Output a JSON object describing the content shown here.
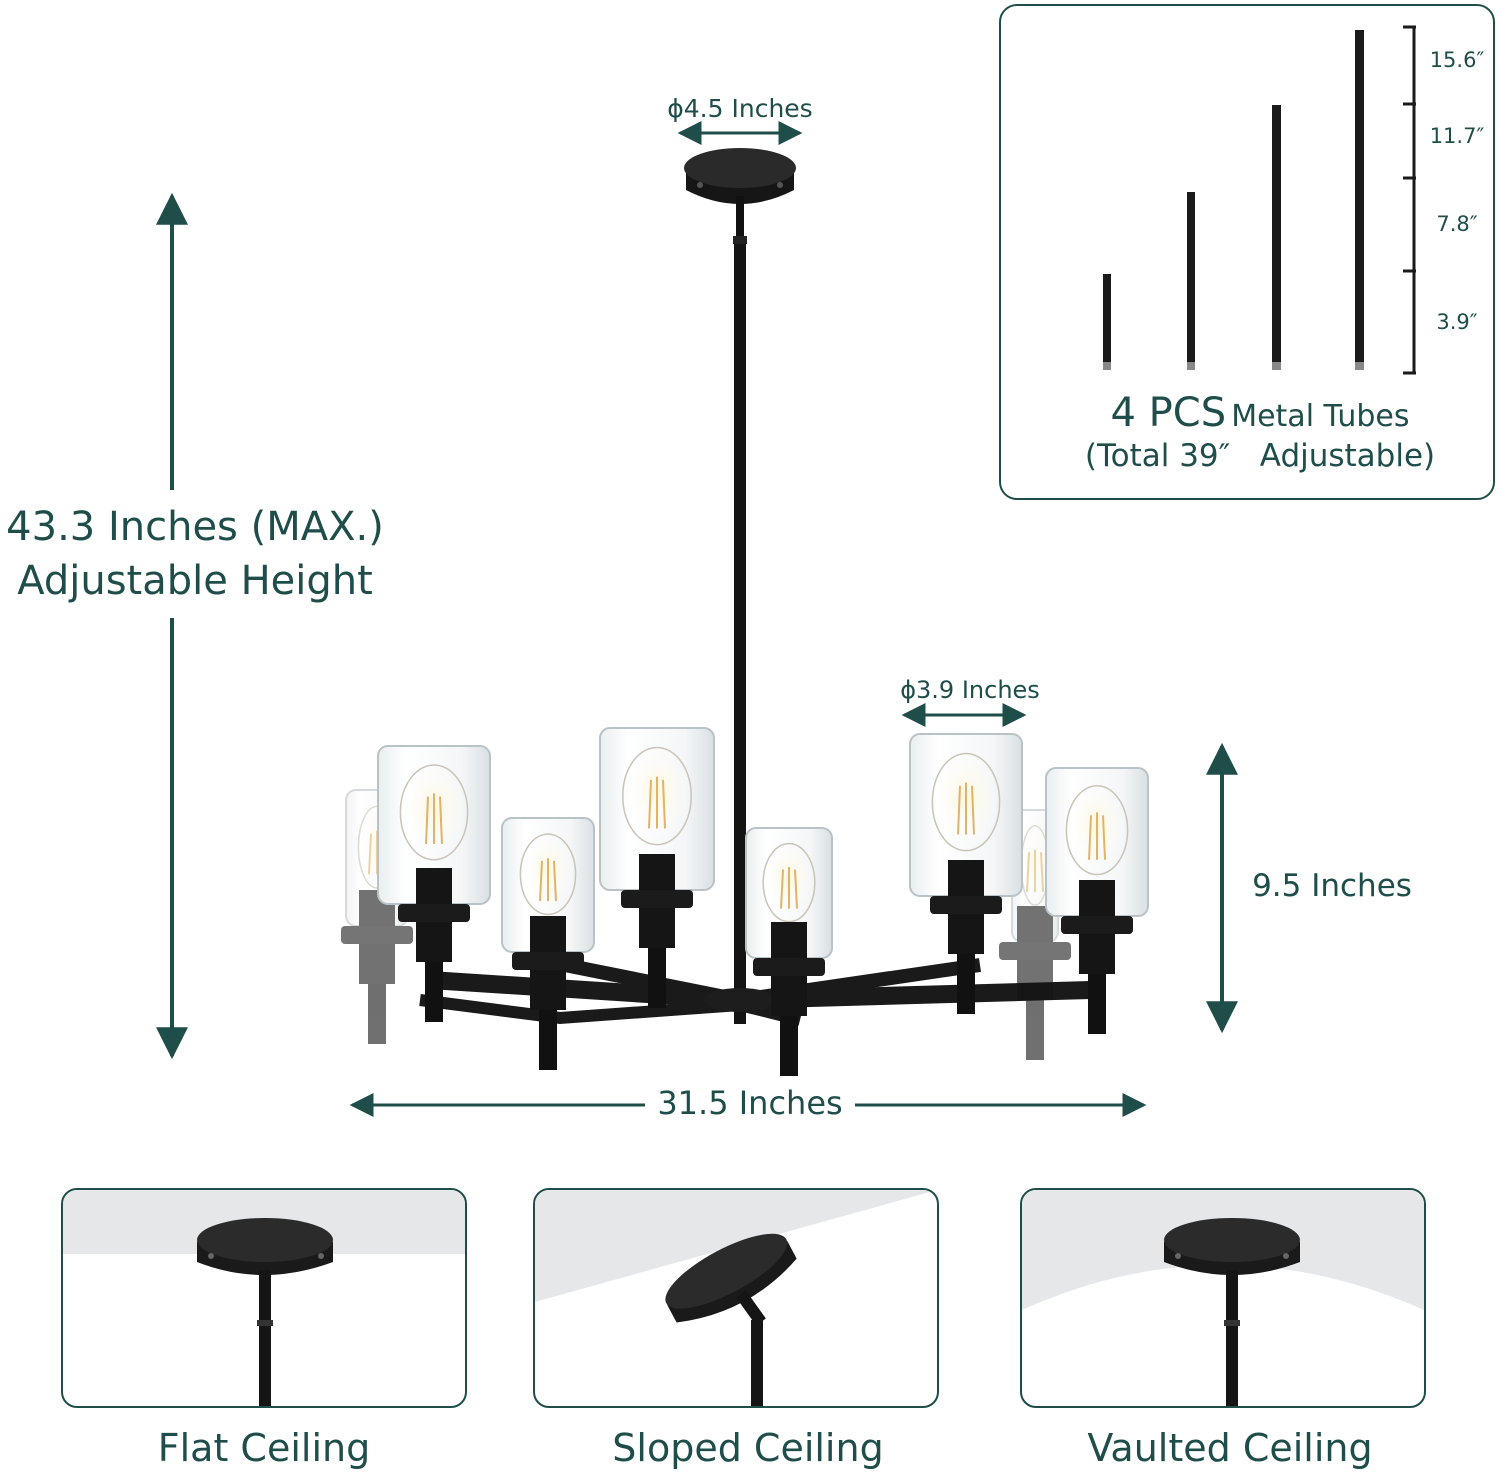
{
  "dimensions": {
    "height": "43.3 Inches (MAX.)",
    "height_sub": "Adjustable Height",
    "canopy_diameter": "ϕ4.5 Inches",
    "shade_diameter": "ϕ3.9 Inches",
    "body_height": "9.5 Inches",
    "width": "31.5 Inches"
  },
  "tubes": {
    "count": "4 PCS",
    "kind": "Metal Tubes",
    "total": "(Total 39″",
    "adjustable": "Adjustable)",
    "lengths": [
      "15.6″",
      "11.7″",
      "7.8″",
      "3.9″"
    ]
  },
  "ceilings": [
    "Flat Ceiling",
    "Sloped Ceiling",
    "Vaulted Ceiling"
  ],
  "colors": {
    "accent": "#1f4e4a",
    "fixture": "#141414"
  }
}
